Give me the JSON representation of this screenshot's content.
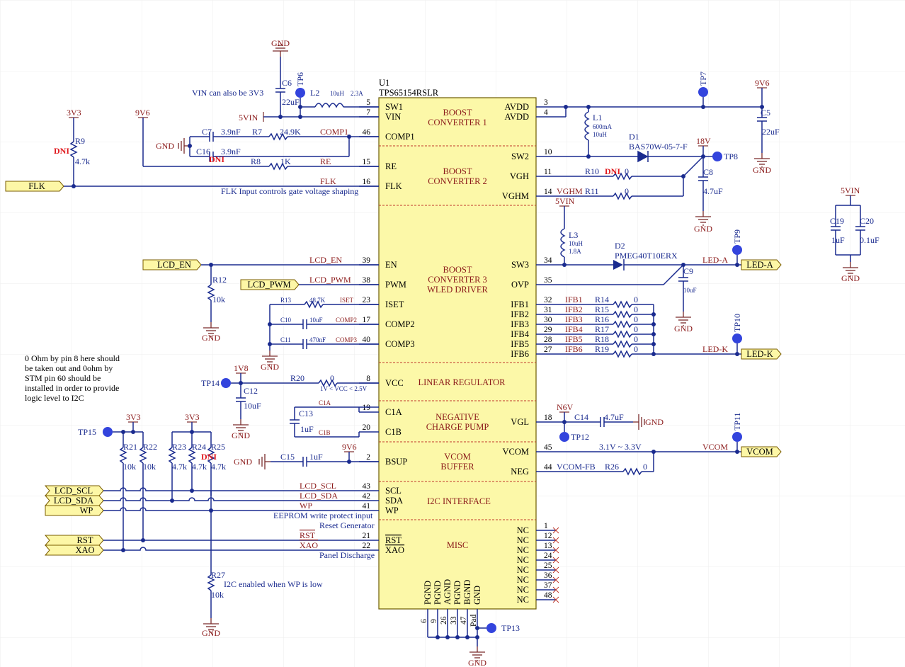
{
  "ic": {
    "ref": "U1",
    "part": "TPS65154RSLR",
    "blocks": {
      "boost1": [
        "BOOST",
        "CONVERTER 1"
      ],
      "boost2": [
        "BOOST",
        "CONVERTER 2"
      ],
      "boost3": [
        "BOOST",
        "CONVERTER 3",
        "WLED DRIVER"
      ],
      "linreg": "LINEAR REGULATOR",
      "cp": [
        "NEGATIVE",
        "CHARGE PUMP"
      ],
      "vcom": [
        "VCOM",
        "BUFFER"
      ],
      "i2c": "I2C INTERFACE",
      "misc": "MISC"
    },
    "left_pins": [
      {
        "name": "SW1",
        "num": "5"
      },
      {
        "name": "VIN",
        "num": "7"
      },
      {
        "name": "COMP1",
        "num": "46"
      },
      {
        "name": "RE",
        "num": "15"
      },
      {
        "name": "FLK",
        "num": "16"
      },
      {
        "name": "EN",
        "num": "39"
      },
      {
        "name": "PWM",
        "num": "38"
      },
      {
        "name": "ISET",
        "num": "23"
      },
      {
        "name": "COMP2",
        "num": "17"
      },
      {
        "name": "COMP3",
        "num": "40"
      },
      {
        "name": "VCC",
        "num": "8"
      },
      {
        "name": "C1A",
        "num": "19"
      },
      {
        "name": "C1B",
        "num": "20"
      },
      {
        "name": "BSUP",
        "num": "2"
      },
      {
        "name": "SCL",
        "num": "43"
      },
      {
        "name": "SDA",
        "num": "42"
      },
      {
        "name": "WP",
        "num": "41"
      },
      {
        "name": "RST",
        "num": "21"
      },
      {
        "name": "XAO",
        "num": "22"
      }
    ],
    "right_pins": [
      {
        "name": "AVDD",
        "num": "3"
      },
      {
        "name": "AVDD",
        "num": "4"
      },
      {
        "name": "SW2",
        "num": "10"
      },
      {
        "name": "VGH",
        "num": "11"
      },
      {
        "name": "VGHM",
        "num": "14"
      },
      {
        "name": "SW3",
        "num": "34"
      },
      {
        "name": "OVP",
        "num": "35"
      },
      {
        "name": "IFB1",
        "num": "32"
      },
      {
        "name": "IFB2",
        "num": "31"
      },
      {
        "name": "IFB3",
        "num": "30"
      },
      {
        "name": "IFB4",
        "num": "29"
      },
      {
        "name": "IFB5",
        "num": "28"
      },
      {
        "name": "IFB6",
        "num": "27"
      },
      {
        "name": "VGL",
        "num": "18"
      },
      {
        "name": "VCOM",
        "num": "45"
      },
      {
        "name": "NEG",
        "num": "44"
      }
    ],
    "nc_pins": [
      "1",
      "12",
      "13",
      "24",
      "25",
      "36",
      "37",
      "48"
    ],
    "nc_label": "NC",
    "bottom_pins": [
      {
        "name": "PGND",
        "num": "6"
      },
      {
        "name": "PGND",
        "num": "9"
      },
      {
        "name": "AGND",
        "num": "26"
      },
      {
        "name": "PGND",
        "num": "33"
      },
      {
        "name": "BGND",
        "num": "47"
      },
      {
        "name": "GND",
        "num": "Pad"
      }
    ]
  },
  "ports": {
    "flk": "FLK",
    "lcd_en": "LCD_EN",
    "lcd_pwm": "LCD_PWM",
    "lcd_scl": "LCD_SCL",
    "lcd_sda": "LCD_SDA",
    "wp": "WP",
    "rst": "RST",
    "xao": "XAO",
    "led_a": "LED-A",
    "led_k": "LED-K",
    "vcom": "VCOM"
  },
  "nets": {
    "comp1": "COMP1",
    "re": "RE",
    "flk": "FLK",
    "lcd_en": "LCD_EN",
    "lcd_pwm": "LCD_PWM",
    "iset": "ISET",
    "comp2": "COMP2",
    "comp3": "COMP3",
    "c1a": "C1A",
    "c1b": "C1B",
    "lcd_scl": "LCD_SCL",
    "lcd_sda": "LCD_SDA",
    "wp": "WP",
    "rst": "RST",
    "xao": "XAO",
    "vghm": "VGHM",
    "led_a": "LED-A",
    "led_k": "LED-K",
    "vcom": "VCOM",
    "vcom_fb": "VCOM-FB",
    "ifb": [
      "IFB1",
      "IFB2",
      "IFB3",
      "IFB4",
      "IFB5",
      "IFB6"
    ]
  },
  "power": {
    "gnd": "GND",
    "v3v3": "3V3",
    "v9v6": "9V6",
    "v5vin": "5VIN",
    "v18v": "18V",
    "v1v8": "1V8",
    "n6v": "N6V"
  },
  "components": {
    "C6": {
      "ref": "C6",
      "value": "22uF"
    },
    "L2": {
      "ref": "L2",
      "value": "10uH",
      "rating": "2.3A"
    },
    "C7": {
      "ref": "C7",
      "value": "3.9nF"
    },
    "C16": {
      "ref": "C16",
      "value": "3.9nF"
    },
    "R7": {
      "ref": "R7",
      "value": "24.9K"
    },
    "R8": {
      "ref": "R8",
      "value": "1K"
    },
    "R9": {
      "ref": "R9",
      "value": "4.7k"
    },
    "L1": {
      "ref": "L1",
      "value": "10uH",
      "rating": "600mA"
    },
    "C5": {
      "ref": "C5",
      "value": "22uF"
    },
    "D1": {
      "ref": "D1",
      "value": "BAS70W-05-7-F"
    },
    "R10": {
      "ref": "R10",
      "value": "0"
    },
    "R11": {
      "ref": "R11",
      "value": "0"
    },
    "C8": {
      "ref": "C8",
      "value": "4.7uF"
    },
    "L3": {
      "ref": "L3",
      "value": "10uH",
      "rating": "1.8A"
    },
    "D2": {
      "ref": "D2",
      "value": "PMEG40T10ERX"
    },
    "C9": {
      "ref": "C9",
      "value": "10uF"
    },
    "C19": {
      "ref": "C19",
      "value": "1uF"
    },
    "C20": {
      "ref": "C20",
      "value": "0.1uF"
    },
    "R12": {
      "ref": "R12",
      "value": "10k"
    },
    "R13": {
      "ref": "R13",
      "value": "48.7K"
    },
    "C10": {
      "ref": "C10",
      "value": "10uF"
    },
    "C11": {
      "ref": "C11",
      "value": "470nF"
    },
    "R14": {
      "ref": "R14",
      "value": "0"
    },
    "R15": {
      "ref": "R15",
      "value": "0"
    },
    "R16": {
      "ref": "R16",
      "value": "0"
    },
    "R17": {
      "ref": "R17",
      "value": "0"
    },
    "R18": {
      "ref": "R18",
      "value": "0"
    },
    "R19": {
      "ref": "R19",
      "value": "0"
    },
    "R20": {
      "ref": "R20",
      "value": "0"
    },
    "C12": {
      "ref": "C12",
      "value": "10uF"
    },
    "C13": {
      "ref": "C13",
      "value": "1uF"
    },
    "C14": {
      "ref": "C14",
      "value": "4.7uF"
    },
    "C15": {
      "ref": "C15",
      "value": "1uF"
    },
    "R21": {
      "ref": "R21",
      "value": "10k"
    },
    "R22": {
      "ref": "R22",
      "value": "10k"
    },
    "R23": {
      "ref": "R23",
      "value": "4.7k"
    },
    "R24": {
      "ref": "R24",
      "value": "4.7k"
    },
    "R25": {
      "ref": "R25",
      "value": "4.7k"
    },
    "R26": {
      "ref": "R26",
      "value": "0"
    },
    "R27": {
      "ref": "R27",
      "value": "10k"
    }
  },
  "testpoints": [
    "TP6",
    "TP7",
    "TP8",
    "TP9",
    "TP10",
    "TP11",
    "TP12",
    "TP13",
    "TP14",
    "TP15"
  ],
  "dni": "DNI",
  "notes": {
    "vin": "VIN can also be 3V3",
    "flk": "FLK Input controls gate voltage shaping",
    "vcc_range": "1V < VCC < 2.5V",
    "vcom_range": "3.1V ~ 3.3V",
    "eeprom": "EEPROM write protect input",
    "reset_gen": "Reset Generator",
    "panel_dis": "Panel Discharge",
    "i2c_wp": "I2C enabled when WP is low",
    "ohm_note": [
      "0 Ohm by pin 8 here should",
      "be taken out and 0ohm by",
      "STM pin 60 should be",
      "installed in order to provide",
      "logic level to I2C"
    ]
  }
}
